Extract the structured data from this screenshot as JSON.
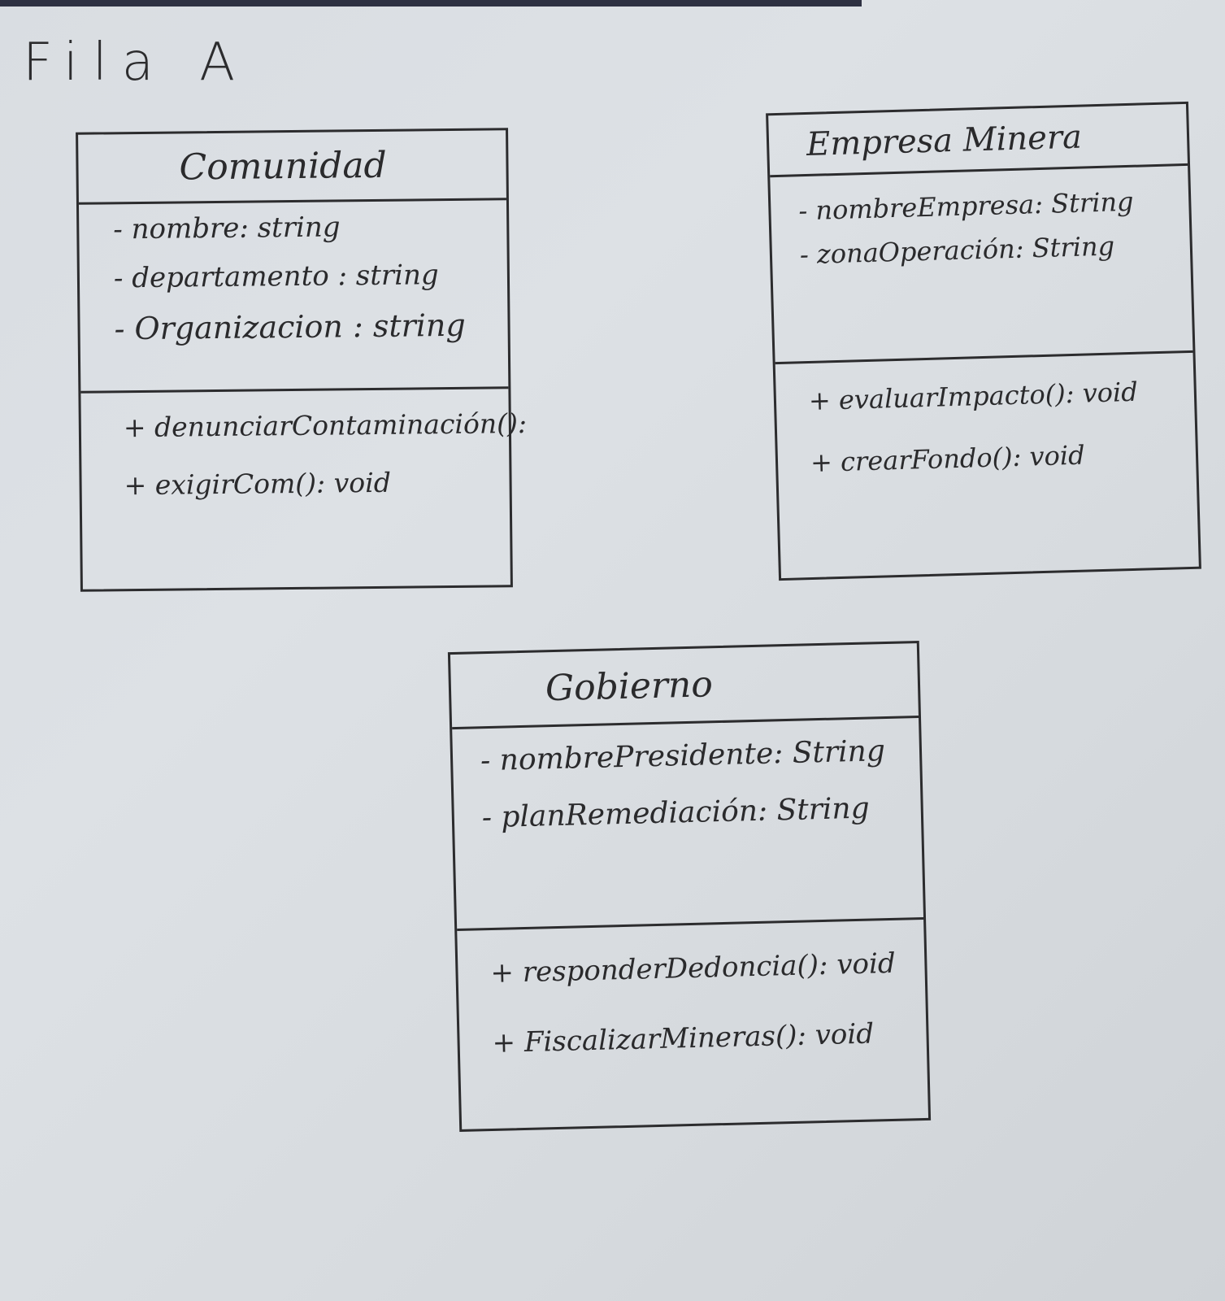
{
  "title": "Fila A",
  "classes": {
    "comunidad": {
      "name": "Comunidad",
      "attributes": [
        "- nombre: string",
        "- departamento : string",
        "- Organizacion : string"
      ],
      "methods": [
        "+ denunciarContaminación():",
        "+ exigirCom(): void"
      ]
    },
    "empresa_minera": {
      "name": "Empresa Minera",
      "attributes": [
        "- nombreEmpresa: String",
        "- zonaOperación: String"
      ],
      "methods": [
        "+ evaluarImpacto(): void",
        "+ crearFondo(): void"
      ]
    },
    "gobierno": {
      "name": "Gobierno",
      "attributes": [
        "- nombrePresidente: String",
        "- planRemediación: String"
      ],
      "methods": [
        "+ responderDedoncia(): void",
        "+ FiscalizarMineras(): void"
      ]
    }
  }
}
